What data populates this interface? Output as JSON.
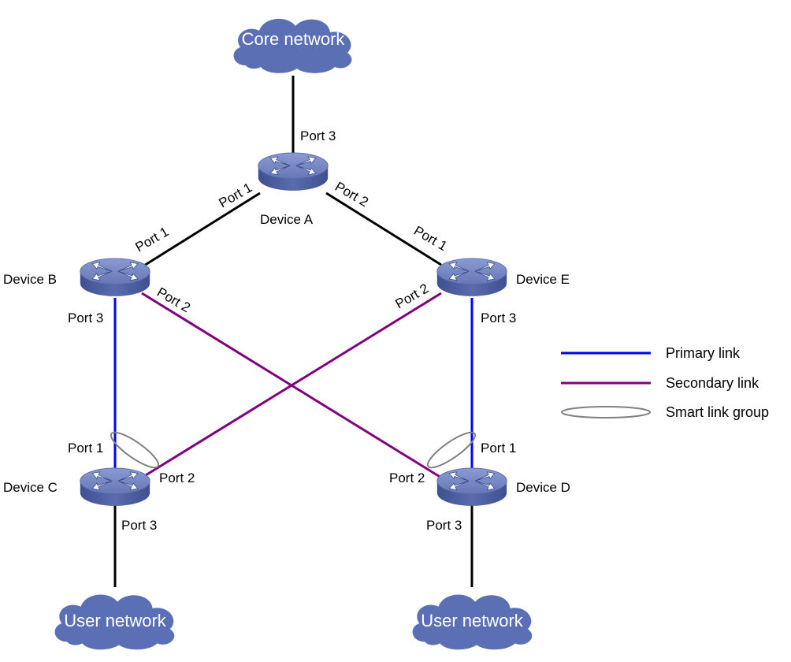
{
  "colors": {
    "background": "#ffffff",
    "uplink": "#000000",
    "primary_link": "#0000ff",
    "secondary_link": "#800080",
    "smart_link_group": "#808080",
    "device_top": "#7486c0",
    "device_side": "#4a5c9a",
    "cloud": "#5b6fb4"
  },
  "clouds": {
    "core": "Core network",
    "user_left": "User network",
    "user_right": "User network"
  },
  "devices": {
    "a": "Device A",
    "b": "Device B",
    "c": "Device C",
    "d": "Device D",
    "e": "Device E"
  },
  "ports": {
    "a_port3": "Port 3",
    "a_port1": "Port 1",
    "a_port2": "Port 2",
    "b_port1": "Port 1",
    "b_port2": "Port 2",
    "b_port3": "Port 3",
    "e_port1": "Port 1",
    "e_port2": "Port 2",
    "e_port3": "Port 3",
    "c_port1": "Port 1",
    "c_port2": "Port 2",
    "c_port3": "Port 3",
    "d_port1": "Port 1",
    "d_port2": "Port 2",
    "d_port3": "Port 3"
  },
  "legend": {
    "primary": "Primary link",
    "secondary": "Secondary link",
    "group": "Smart link group"
  }
}
